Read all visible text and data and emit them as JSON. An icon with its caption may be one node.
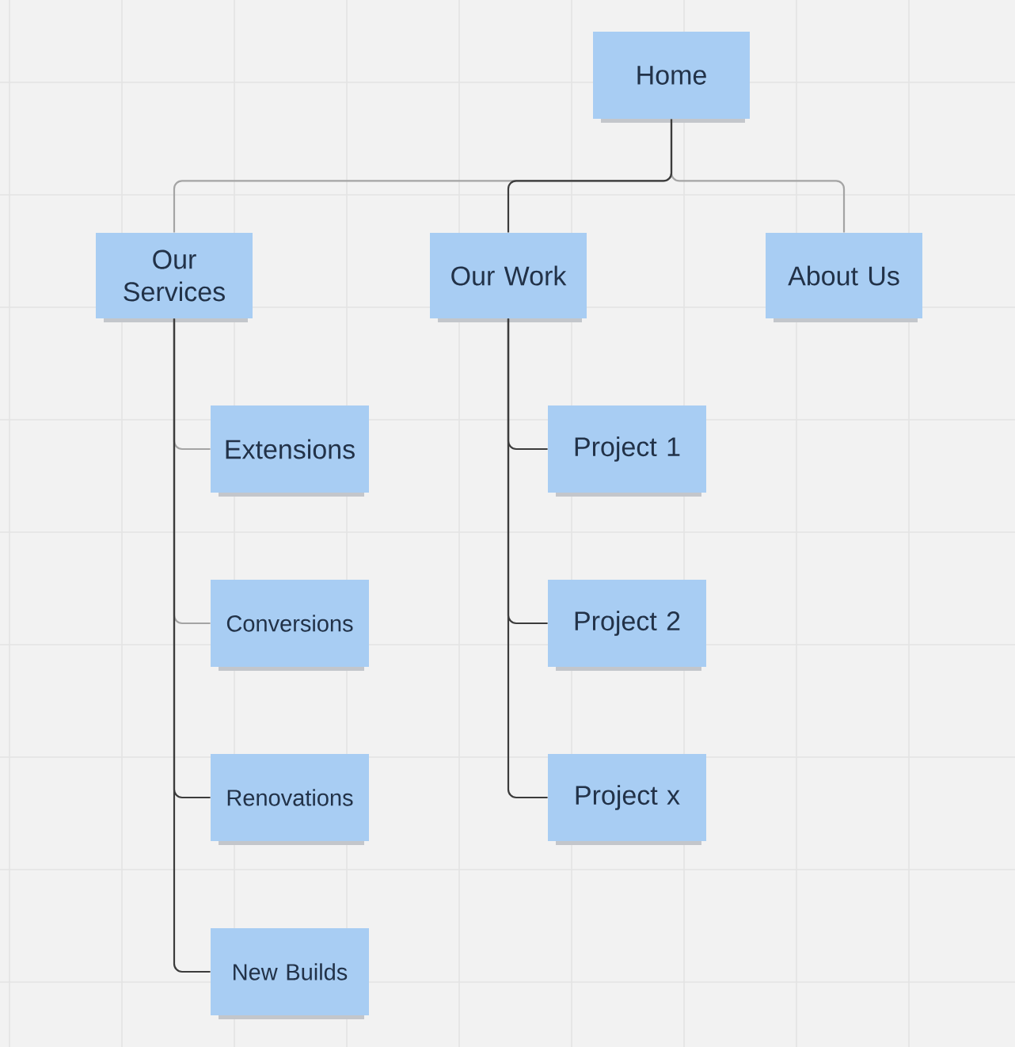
{
  "diagram": {
    "nodes": [
      {
        "text": [
          "Home"
        ]
      },
      {
        "text": [
          "Our Services"
        ]
      },
      {
        "text": [
          "Our Work"
        ]
      },
      {
        "text": [
          "About Us"
        ]
      },
      {
        "text": [
          "Extensions"
        ]
      },
      {
        "text": [
          "Conversions"
        ]
      },
      {
        "text": [
          "Renovations"
        ]
      },
      {
        "text": [
          "New Builds"
        ]
      },
      {
        "text": [
          "Project 1"
        ]
      },
      {
        "text": [
          "Project 2"
        ]
      },
      {
        "text": [
          "Project x"
        ]
      }
    ],
    "edges": [
      {
        "from": 0,
        "to": 1,
        "arrow": "none",
        "color": "#a4a4a4"
      },
      {
        "from": 0,
        "to": 2,
        "arrow": "none"
      },
      {
        "from": 0,
        "to": 3,
        "arrow": "none",
        "color": "#a4a4a4"
      },
      {
        "from": 1,
        "to": 4,
        "arrow": "none",
        "color": "#a4a4a4"
      },
      {
        "from": 1,
        "to": 5,
        "arrow": "none",
        "color": "#a4a4a4"
      },
      {
        "from": 1,
        "to": 6,
        "arrow": "none"
      },
      {
        "from": 1,
        "to": 7,
        "arrow": "none"
      },
      {
        "from": 2,
        "to": 8,
        "arrow": "none"
      },
      {
        "from": 2,
        "to": 9,
        "arrow": "none"
      },
      {
        "from": 2,
        "to": 10,
        "arrow": "none"
      }
    ]
  }
}
